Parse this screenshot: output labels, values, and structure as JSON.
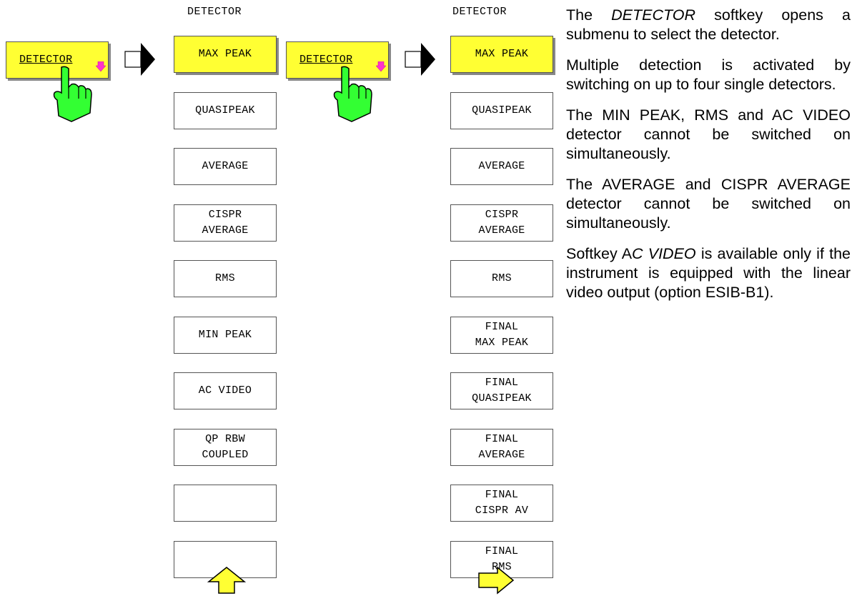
{
  "column1": {
    "trigger_label": "DETECTOR"
  },
  "column2": {
    "title": "DETECTOR",
    "softkeys": [
      "MAX PEAK",
      "QUASIPEAK",
      "AVERAGE",
      "CISPR\nAVERAGE",
      "RMS",
      "MIN PEAK",
      "AC VIDEO",
      "QP RBW\nCOUPLED",
      "",
      ""
    ]
  },
  "column3": {
    "trigger_label": "DETECTOR"
  },
  "column4": {
    "title": "DETECTOR",
    "softkeys": [
      "MAX PEAK",
      "QUASIPEAK",
      "AVERAGE",
      "CISPR\nAVERAGE",
      "RMS",
      "FINAL\nMAX PEAK",
      "FINAL\nQUASIPEAK",
      "FINAL\nAVERAGE",
      "FINAL\nCISPR AV",
      "FINAL\nRMS"
    ]
  },
  "description": {
    "p1_a": "The ",
    "p1_em": "DETECTOR",
    "p1_b": " softkey opens a submenu to select the detector.",
    "p2": "Multiple detection is activated by switching on up to four single detectors.",
    "p3": "The MIN PEAK, RMS and AC VIDEO detector cannot be switched on simultaneously.",
    "p4": "The AVERAGE and CISPR AVERAGE detector cannot be switched on simultaneously.",
    "p5_a": "Softkey A",
    "p5_em": "C VIDEO",
    "p5_b": " is available only if the instrument is equipped with the linear video output (option ESIB-B1)."
  },
  "colors": {
    "softkey_active": "#ffff33",
    "hand_green": "#33ff33",
    "submenu_arrow": "#ff33cc",
    "nav_arrow_fill": "#ffff33"
  },
  "icons": [
    "hand-pointer-icon",
    "submenu-arrow-icon",
    "flow-arrow-icon",
    "scroll-up-arrow-icon",
    "scroll-right-arrow-icon"
  ]
}
